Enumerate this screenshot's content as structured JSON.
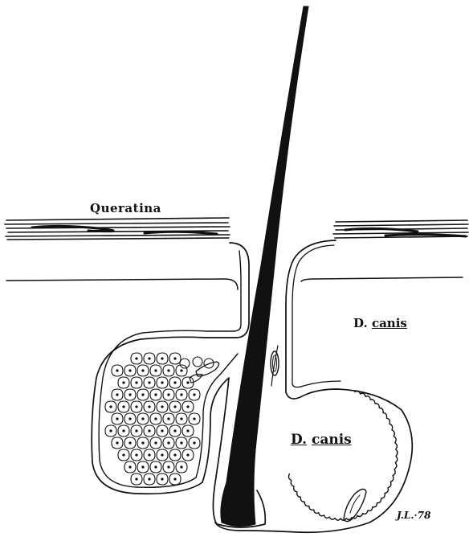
{
  "labels": {
    "keratin": "Queratina",
    "mite_upper_prefix": "D.",
    "mite_upper_name": "canis",
    "mite_lower_prefix": "D.",
    "mite_lower_name": "canis",
    "signature": "J.L.·78"
  },
  "colors": {
    "ink": "#111111",
    "background": "#ffffff"
  }
}
